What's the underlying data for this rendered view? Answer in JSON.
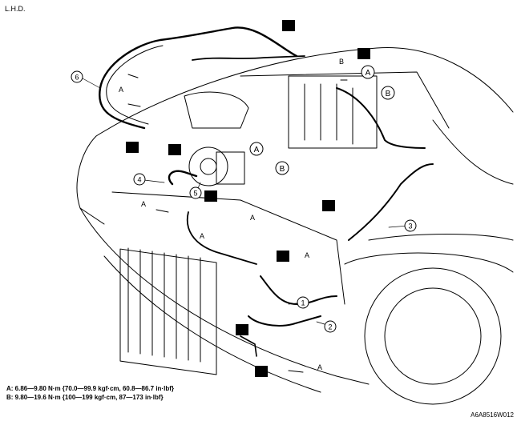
{
  "header": {
    "orientation": "L.H.D."
  },
  "footer": {
    "figure_id": "A6A8516W012"
  },
  "torque_specs": [
    {
      "key": "A",
      "text": "A: 6.86—9.80 N·m {70.0—99.9 kgf·cm, 60.8—86.7 in·lbf}"
    },
    {
      "key": "B",
      "text": "B: 9.80—19.6 N·m {100—199 kgf·cm, 87—173 in·lbf}"
    }
  ],
  "callouts": {
    "numbers": [
      "1",
      "2",
      "3",
      "4",
      "5",
      "6"
    ],
    "torque_letters": [
      "A",
      "B"
    ],
    "replace_symbol": "R"
  },
  "colors": {
    "line": "#000000",
    "background": "#ffffff",
    "badge": "#000000",
    "badge_text": "#ffffff"
  }
}
